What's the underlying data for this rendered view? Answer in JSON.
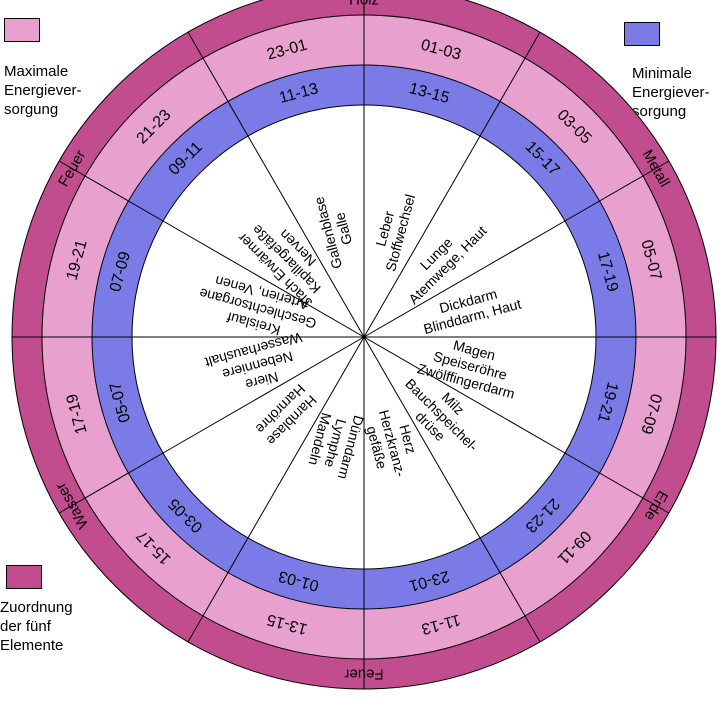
{
  "colors": {
    "max_energy": "#e8a0cf",
    "min_energy": "#7b7be8",
    "elements": "#c24d8e",
    "center": "#ffffff",
    "stroke": "#000000"
  },
  "legend": {
    "max_energy": {
      "label": "Maximale\nEnergiever-\nsorgung",
      "color": "#e8a0cf"
    },
    "min_energy": {
      "label": "Minimale\nEnergiever-\nsorgung",
      "color": "#7b7be8"
    },
    "elements": {
      "label": "Zuordnung\nder fünf\nElemente",
      "color": "#c24d8e"
    }
  },
  "elements": [
    {
      "name": "Holz",
      "icon": "wood-element"
    },
    {
      "name": "Metall",
      "icon": "metal-element"
    },
    {
      "name": "Erde",
      "icon": "earth-element"
    },
    {
      "name": "Feuer",
      "icon": "fire-element"
    },
    {
      "name": "Wasser",
      "icon": "water-element"
    },
    {
      "name": "Feuer",
      "icon": "fire-element"
    }
  ],
  "segments": [
    {
      "max": "01-03",
      "min": "13-15",
      "organ": "Leber\nStoffwechsel"
    },
    {
      "max": "03-05",
      "min": "15-17",
      "organ": "Lunge\nAtemwege, Haut"
    },
    {
      "max": "05-07",
      "min": "17-19",
      "organ": "Dickdarm\nBlinddarm, Haut"
    },
    {
      "max": "07-09",
      "min": "19-21",
      "organ": "Magen\nSpeiseröhre\nZwölffingerdarm"
    },
    {
      "max": "09-11",
      "min": "21-23",
      "organ": "Milz\nBauchspeichel-\ndrüse"
    },
    {
      "max": "11-13",
      "min": "23-01",
      "organ": "Herz\nHerzkranz-\ngefäße"
    },
    {
      "max": "13-15",
      "min": "01-03",
      "organ": "Dünndarm\nLymphe\nMandeln"
    },
    {
      "max": "15-17",
      "min": "03-05",
      "organ": "Harnblase\nHarnröhre"
    },
    {
      "max": "17-19",
      "min": "05-07",
      "organ": "Niere\nNebenniere\nWasserhaushalt"
    },
    {
      "max": "19-21",
      "min": "07-09",
      "organ": "Kreislauf\nGeschlechtsorgane\nArterien, Venen"
    },
    {
      "max": "21-23",
      "min": "09-11",
      "organ": "3fach Erwärmer\nKapillargefäße\nNerven"
    },
    {
      "max": "23-01",
      "min": "11-13",
      "organ": "Gallenblase\nGalle"
    }
  ]
}
